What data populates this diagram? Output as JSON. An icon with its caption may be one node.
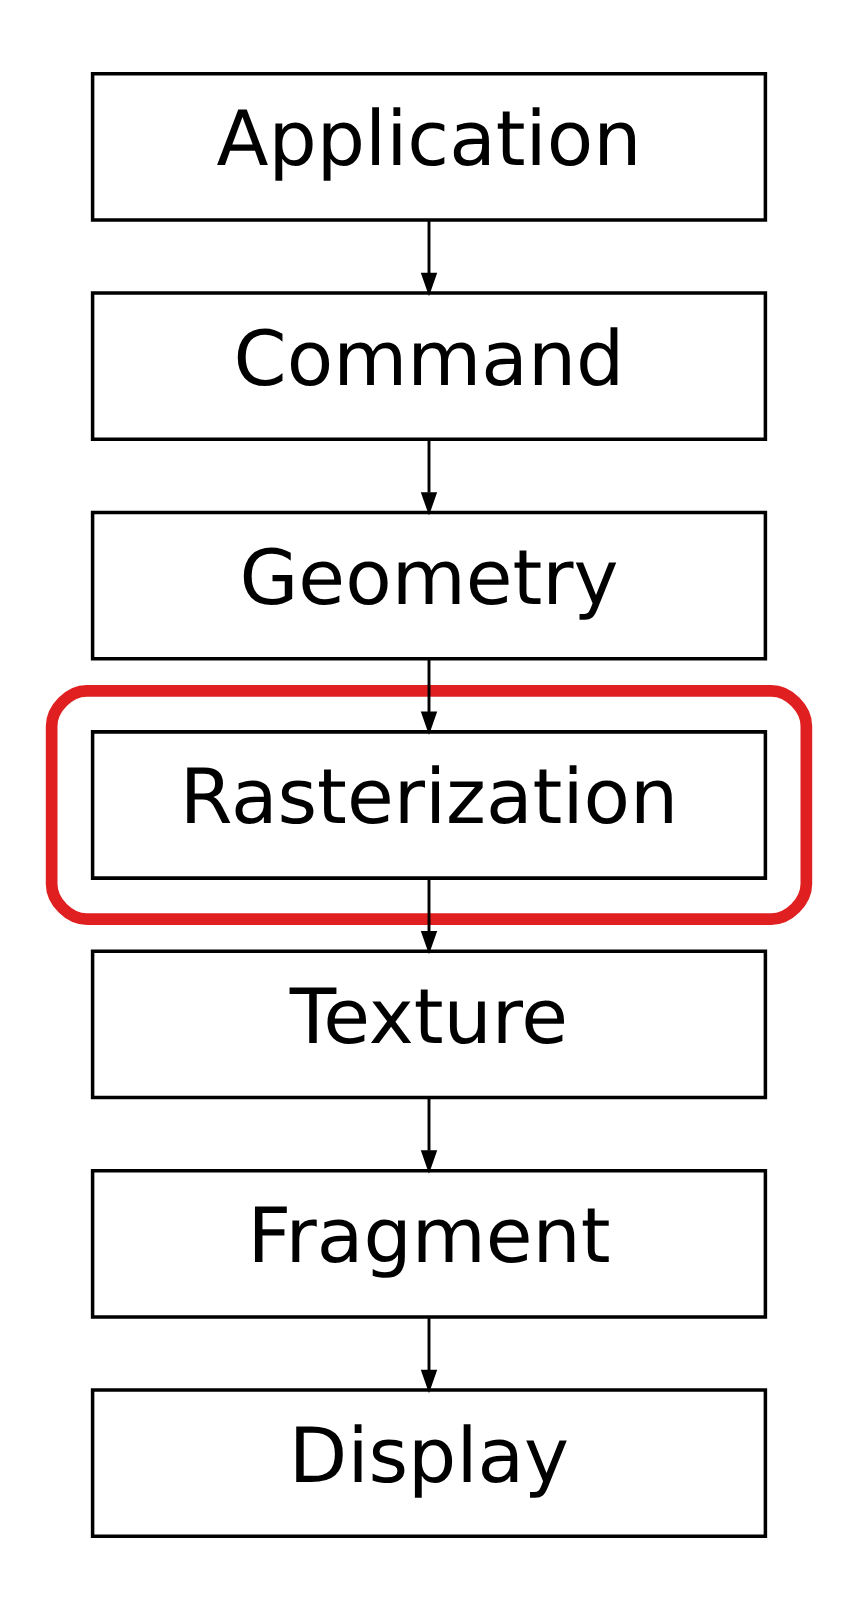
{
  "diagram": {
    "nodes": [
      {
        "text": [
          "Application"
        ]
      },
      {
        "text": [
          "Command"
        ]
      },
      {
        "text": [
          "Geometry"
        ]
      },
      {
        "text": [],
        "shape": "ellipse"
      },
      {
        "text": [
          "Rasterization"
        ],
        "in": 3
      },
      {
        "text": [
          "Texture"
        ]
      },
      {
        "text": [
          "Fragment"
        ]
      },
      {
        "text": [
          "Display"
        ]
      }
    ],
    "edges": [
      {
        "from": 0,
        "to": 1,
        "arrow": "to"
      },
      {
        "from": 1,
        "to": 2,
        "arrow": "to"
      },
      {
        "from": 2,
        "to": 4,
        "arrow": "to"
      },
      {
        "from": 4,
        "to": 5,
        "arrow": "to"
      },
      {
        "from": 5,
        "to": 6,
        "arrow": "to"
      },
      {
        "from": 6,
        "to": 7,
        "arrow": "to"
      }
    ]
  }
}
